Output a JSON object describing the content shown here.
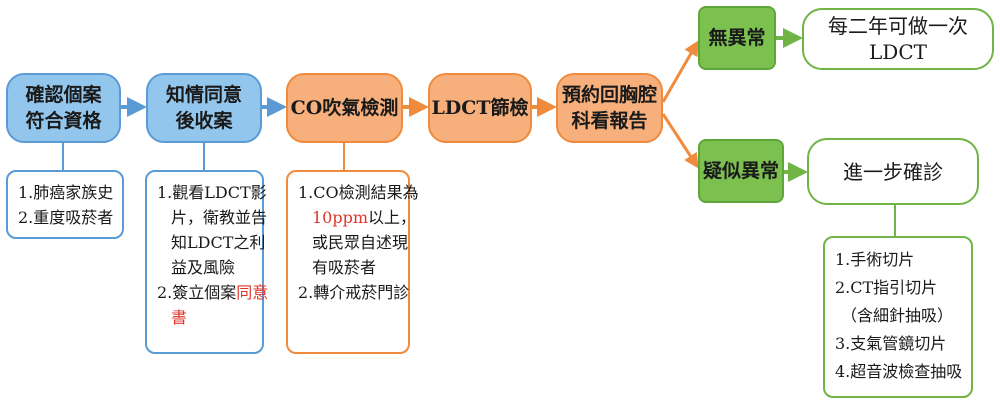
{
  "steps": {
    "eligibility": [
      "確認個案",
      "符合資格"
    ],
    "consent": [
      "知情同意",
      "後收案"
    ],
    "co_test": "CO吹氣檢測",
    "ldct": "LDCT篩檢",
    "report": [
      "預約回胸腔",
      "科看報告"
    ],
    "normal": "無異常",
    "suspect": "疑似異常",
    "biennial": "每二年可做一次LDCT",
    "confirm": "進一步確診"
  },
  "notes": {
    "eligibility": [
      "1.肺癌家族史",
      "2.重度吸菸者"
    ],
    "consent": {
      "l1": "1.觀看LDCT影",
      "l2": "片，衛教並告",
      "l3": "知LDCT之利",
      "l4": "益及風險",
      "l5a": "2.簽立個案",
      "l5b": "同意",
      "l6": "書"
    },
    "co_test": {
      "l1": "1.CO檢測結果為",
      "l2a": "10ppm",
      "l2b": "以上，",
      "l3": "或民眾自述現",
      "l4": "有吸菸者",
      "l5": "2.轉介戒菸門診"
    },
    "confirm": [
      "1.手術切片",
      "2.CT指引切片",
      "（含細針抽吸）",
      "3.支氣管鏡切片",
      "4.超音波檢查抽吸"
    ]
  },
  "colors": {
    "blue_fill": "#93c6ec",
    "blue_line": "#5b9bd5",
    "orange_fill": "#f7b07c",
    "orange_line": "#f08a3c",
    "green_fill": "#7cc150",
    "green_line": "#70b446",
    "highlight": "#e0352b"
  }
}
